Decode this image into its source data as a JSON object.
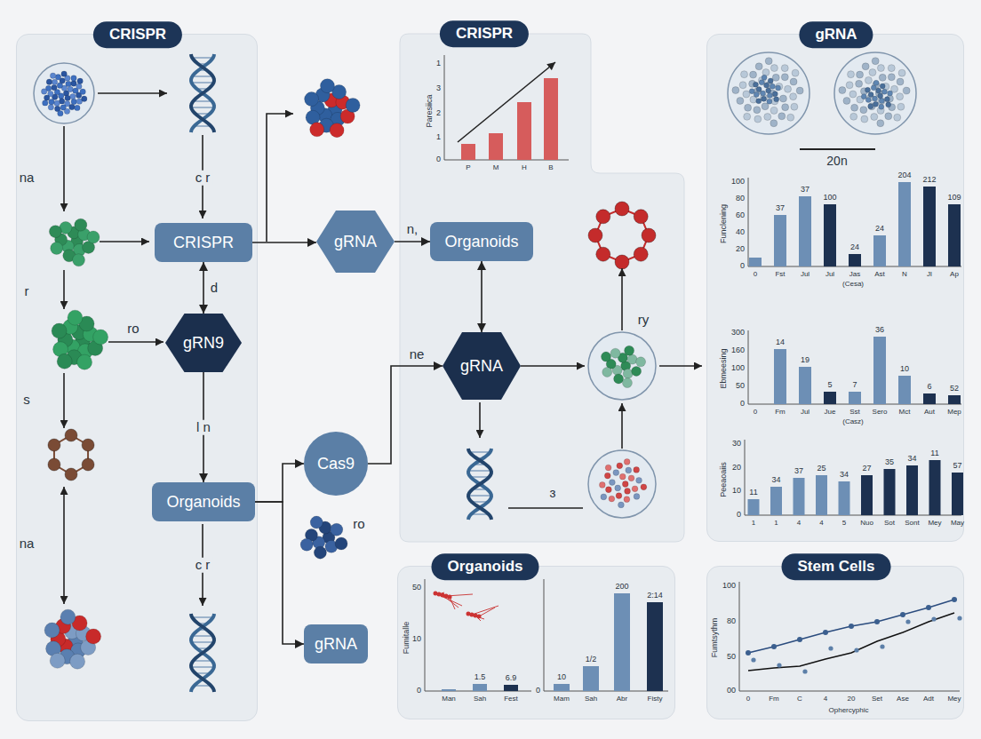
{
  "diagram": {
    "nodes": [
      {
        "text": [
          "CRISPR"
        ]
      },
      {
        "text": [
          "CRISPR"
        ],
        "in": 0
      },
      {
        "text": [
          "gRN9"
        ],
        "in": 0
      },
      {
        "text": [
          "Organoids"
        ],
        "in": 0
      },
      {
        "text": [
          "CRISPR"
        ]
      },
      {
        "text": [
          "gRNA"
        ]
      },
      {
        "text": [
          "gRNA"
        ]
      },
      {
        "text": [
          "Organoids"
        ],
        "in": 4
      },
      {
        "text": [
          "Cas9"
        ]
      },
      {
        "text": [
          "gRNA"
        ],
        "in": 4
      },
      {
        "text": [
          "gRNA"
        ]
      },
      {
        "text": [
          "Organoids"
        ]
      },
      {
        "text": [
          "Stem Cells"
        ]
      }
    ],
    "edges": [
      {
        "from": 1,
        "to": 6,
        "arrow": "to"
      },
      {
        "from": 6,
        "to": 7,
        "arrow": "to",
        "label": "n,"
      },
      {
        "from": 1,
        "to": 2,
        "arrow": "both",
        "label": "d"
      },
      {
        "from": 2,
        "to": 3,
        "arrow": "to",
        "label": "l n"
      },
      {
        "from": 3,
        "to": 8,
        "arrow": "to"
      },
      {
        "from": 3,
        "to": 10,
        "arrow": "to"
      },
      {
        "from": 8,
        "to": 9,
        "arrow": "to",
        "label": "ne"
      },
      {
        "from": 7,
        "to": 9,
        "arrow": "both"
      }
    ],
    "labels": [
      "na",
      "c r",
      "r",
      "ro",
      "s",
      "c r",
      "na",
      "ro",
      "ry",
      "ɜ",
      "Paresiica",
      "1",
      "3",
      "2",
      "1",
      "0",
      "P",
      "M",
      "H",
      "B",
      "20n",
      "Funclening",
      "100",
      "80",
      "60",
      "40",
      "20",
      "0",
      "37",
      "37",
      "100",
      "24",
      "24",
      "204",
      "212",
      "109",
      "0",
      "Fst",
      "Jul",
      "Jul",
      "Jas",
      "Ast",
      "N",
      "Jl",
      "Ap",
      "(Cesa)",
      "Ebmeesing",
      "300",
      "160",
      "100",
      "50",
      "0",
      "14",
      "19",
      "5",
      "7",
      "36",
      "10",
      "6",
      "52",
      "0",
      "Fm",
      "Jul",
      "Jue",
      "Sst",
      "Sero",
      "Mct",
      "Aut",
      "Mep",
      "(Casz)",
      "Peeaoaiis",
      "30",
      "20",
      "10",
      "0",
      "11",
      "34",
      "37",
      "25",
      "34",
      "27",
      "35",
      "34",
      "11",
      "57",
      "1",
      "1",
      "4",
      "4",
      "5",
      "Nuo",
      "Sot",
      "Sont",
      "Mey",
      "May",
      "Fumitalle",
      "50",
      "10",
      "0",
      "1.5",
      "6.9",
      "Man",
      "Sah",
      "Fest",
      "0",
      "10",
      "1/2",
      "200",
      "2:14",
      "Mam",
      "Sah",
      "Abr",
      "Fisty",
      "Fumtsythm",
      "100",
      "80",
      "50",
      "00",
      "0",
      "Fm",
      "C",
      "4",
      "20",
      "Set",
      "Ase",
      "Adt",
      "Mey",
      "Ophercyphic"
    ]
  }
}
